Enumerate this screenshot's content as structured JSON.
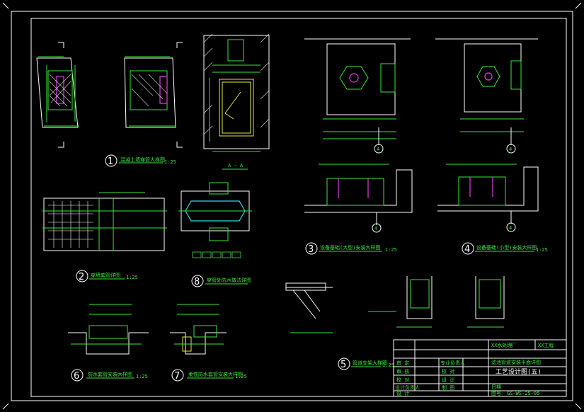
{
  "sheet": {
    "title_block": {
      "company": "XX水处理厂",
      "project": "XX工程",
      "drawing_title_1": "滤池管道安装平面详图",
      "drawing_title_2": "工艺设计图(五)",
      "drawing_no": "GS-WS-25-05",
      "rows_left": [
        "审 定",
        "审 核",
        "校 对",
        "设计负责人",
        "设 计"
      ],
      "rows_mid": [
        "专业负责人",
        "校 对",
        "设 计",
        "制 图"
      ],
      "field_date": "日期",
      "field_no": "图号"
    },
    "details": [
      {
        "num": "1",
        "label": "混凝土墙穿管大样图",
        "scale": "1:25"
      },
      {
        "num": "2",
        "label": "穿墙套管详图",
        "scale": "1:25"
      },
      {
        "num": "3",
        "label": "设备基础(大型)安装大样图",
        "scale": "1:25"
      },
      {
        "num": "4",
        "label": "设备基础(小型)安装大样图",
        "scale": "1:25"
      },
      {
        "num": "5",
        "label": "管道支架大样图",
        "scale": "1:25"
      },
      {
        "num": "6",
        "label": "防水套管安装大样图",
        "scale": "1:25"
      },
      {
        "num": "7",
        "label": "柔性防水套管安装大样图",
        "scale": "1:25"
      },
      {
        "num": "8",
        "label": "穿管处防水做法详图",
        "scale": ""
      }
    ],
    "section_mark": "A - A",
    "section_num": "4"
  }
}
